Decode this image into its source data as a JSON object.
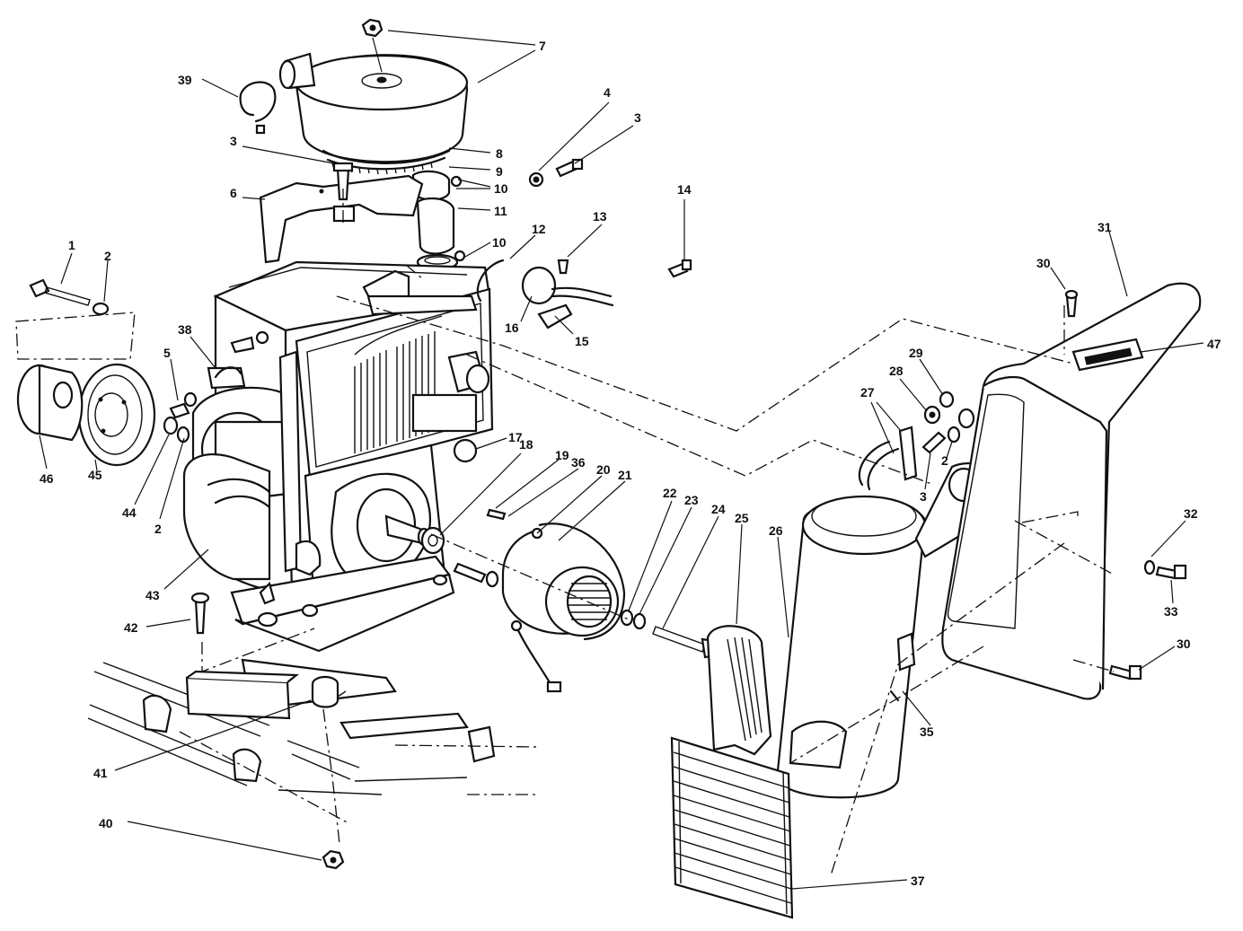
{
  "callouts": [
    {
      "id": "c7",
      "text": "7"
    },
    {
      "id": "c39",
      "text": "39"
    },
    {
      "id": "c8",
      "text": "8"
    },
    {
      "id": "c9",
      "text": "9"
    },
    {
      "id": "c10a",
      "text": "10"
    },
    {
      "id": "c10b",
      "text": "10"
    },
    {
      "id": "c11",
      "text": "11"
    },
    {
      "id": "c4",
      "text": "4"
    },
    {
      "id": "c3a",
      "text": "3"
    },
    {
      "id": "c3b",
      "text": "3"
    },
    {
      "id": "c6",
      "text": "6"
    },
    {
      "id": "c14",
      "text": "14"
    },
    {
      "id": "c13",
      "text": "13"
    },
    {
      "id": "c12",
      "text": "12"
    },
    {
      "id": "c16",
      "text": "16"
    },
    {
      "id": "c15",
      "text": "15"
    },
    {
      "id": "c1",
      "text": "1"
    },
    {
      "id": "c2a",
      "text": "2"
    },
    {
      "id": "c38",
      "text": "38"
    },
    {
      "id": "c5",
      "text": "5"
    },
    {
      "id": "c46",
      "text": "46"
    },
    {
      "id": "c45",
      "text": "45"
    },
    {
      "id": "c44",
      "text": "44"
    },
    {
      "id": "c2b",
      "text": "2"
    },
    {
      "id": "c17",
      "text": "17"
    },
    {
      "id": "c18",
      "text": "18"
    },
    {
      "id": "c19",
      "text": "19"
    },
    {
      "id": "c36",
      "text": "36"
    },
    {
      "id": "c20",
      "text": "20"
    },
    {
      "id": "c21",
      "text": "21"
    },
    {
      "id": "c22",
      "text": "22"
    },
    {
      "id": "c23",
      "text": "23"
    },
    {
      "id": "c24",
      "text": "24"
    },
    {
      "id": "c25",
      "text": "25"
    },
    {
      "id": "c26",
      "text": "26"
    },
    {
      "id": "c27",
      "text": "27"
    },
    {
      "id": "c28",
      "text": "28"
    },
    {
      "id": "c29",
      "text": "29"
    },
    {
      "id": "c2c",
      "text": "2"
    },
    {
      "id": "c3c",
      "text": "3"
    },
    {
      "id": "c30a",
      "text": "30"
    },
    {
      "id": "c31",
      "text": "31"
    },
    {
      "id": "c47",
      "text": "47"
    },
    {
      "id": "c32",
      "text": "32"
    },
    {
      "id": "c33",
      "text": "33"
    },
    {
      "id": "c30b",
      "text": "30"
    },
    {
      "id": "c35",
      "text": "35"
    },
    {
      "id": "c43",
      "text": "43"
    },
    {
      "id": "c42",
      "text": "42"
    },
    {
      "id": "c41",
      "text": "41"
    },
    {
      "id": "c40",
      "text": "40"
    },
    {
      "id": "c37",
      "text": "37"
    }
  ]
}
